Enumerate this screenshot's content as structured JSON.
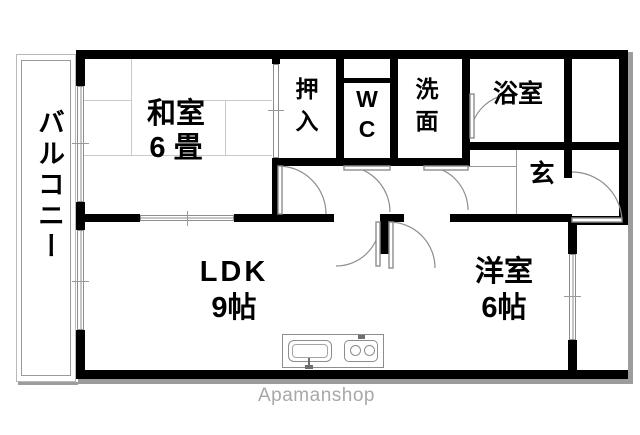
{
  "plan": {
    "watermark": "Apamanshop",
    "colors": {
      "wall": "#000000",
      "partition": "#9a9a9a",
      "background": "#ffffff",
      "watermark": "#a8a8a8"
    }
  },
  "rooms": [
    {
      "id": "balcony",
      "label": "バルコニー",
      "orientation": "vertical"
    },
    {
      "id": "washitsu",
      "name": "和室",
      "size": "6",
      "unit": "畳",
      "line1": "和室",
      "line2": "6 畳"
    },
    {
      "id": "oshiire",
      "line1": "押",
      "line2": "入",
      "label": "押入"
    },
    {
      "id": "wc",
      "line1": "W",
      "line2": "C",
      "label": "WC"
    },
    {
      "id": "senmen",
      "line1": "洗",
      "line2": "面",
      "label": "洗面"
    },
    {
      "id": "yokushitsu",
      "label": "浴室"
    },
    {
      "id": "genkan",
      "label": "玄"
    },
    {
      "id": "ldk",
      "name": "LDK",
      "size": "9",
      "unit": "帖",
      "line1": "LDK",
      "line2": "9帖"
    },
    {
      "id": "yoshitsu",
      "name": "洋室",
      "size": "6",
      "unit": "帖",
      "line1": "洋室",
      "line2": "6帖"
    }
  ]
}
